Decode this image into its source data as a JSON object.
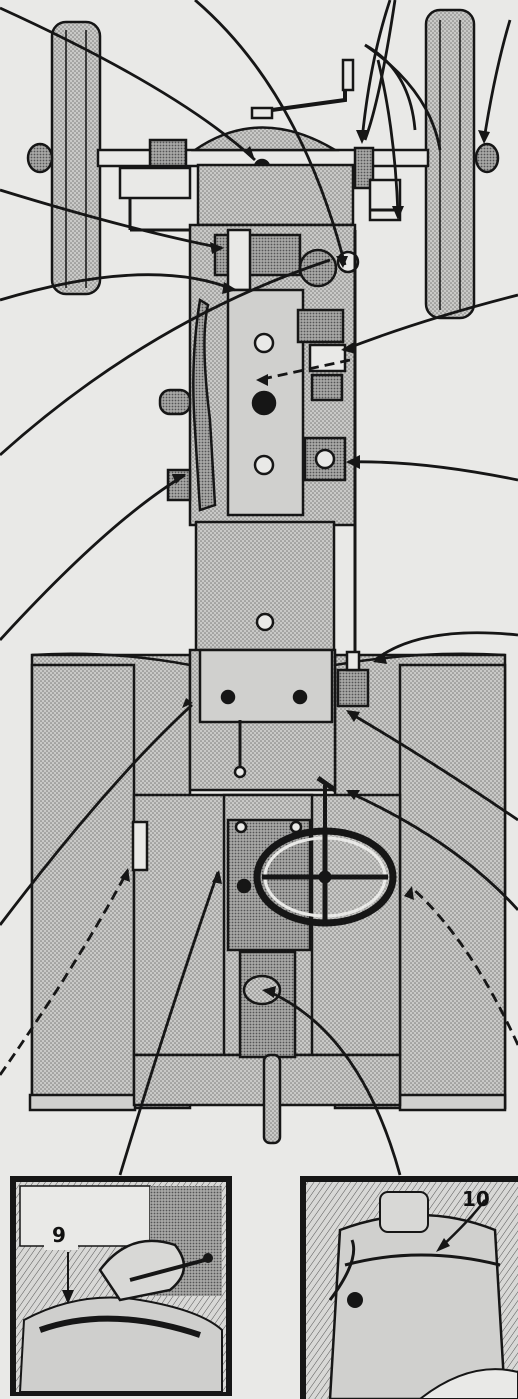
{
  "diagram": {
    "subject": "tractor-plan-view-lubrication-diagram",
    "callouts": [
      {
        "id": "detail-9",
        "label": "9"
      },
      {
        "id": "detail-10",
        "label": "10"
      }
    ]
  },
  "colors": {
    "ink": "#161616",
    "paper": "#e9e9e7",
    "shade": "#bdbdbb",
    "shade_dark": "#9d9d9b",
    "inset_paper": "#d8d8d6"
  }
}
